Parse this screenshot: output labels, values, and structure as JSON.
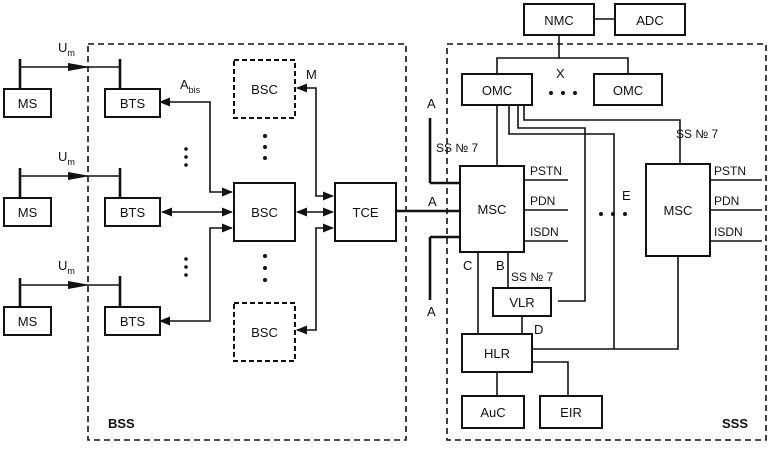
{
  "regions": {
    "bss": "BSS",
    "sss": "SSS"
  },
  "nodes": {
    "nmc": "NMC",
    "adc": "ADC",
    "omc_left": "OMC",
    "omc_right": "OMC",
    "ms_top": "MS",
    "ms_mid": "MS",
    "ms_bot": "MS",
    "bts_top": "BTS",
    "bts_mid": "BTS",
    "bts_bot": "BTS",
    "bsc_top": "BSC",
    "bsc_mid": "BSC",
    "bsc_bot": "BSC",
    "tce": "TCE",
    "msc_main": "MSC",
    "msc_right": "MSC",
    "vlr": "VLR",
    "hlr": "HLR",
    "auc": "AuC",
    "eir": "EIR"
  },
  "interfaces": {
    "um_top": "U",
    "um_mid": "U",
    "um_bot": "U",
    "um_sub": "m",
    "abis": "A",
    "abis_sub": "bis",
    "m": "M",
    "x": "X",
    "a_top": "A",
    "a_mid": "A",
    "a_bot": "A",
    "ss7_main": "SS № 7",
    "ss7_right": "SS № 7",
    "ss7_vlr": "SS № 7",
    "e": "E",
    "c": "C",
    "b": "B",
    "d": "D"
  },
  "networks_main": [
    "PSTN",
    "PDN",
    "ISDN"
  ],
  "networks_right": [
    "PSTN",
    "PDN",
    "ISDN"
  ],
  "ellipsis": {
    "omc": "• • •",
    "msc": "• • •"
  }
}
